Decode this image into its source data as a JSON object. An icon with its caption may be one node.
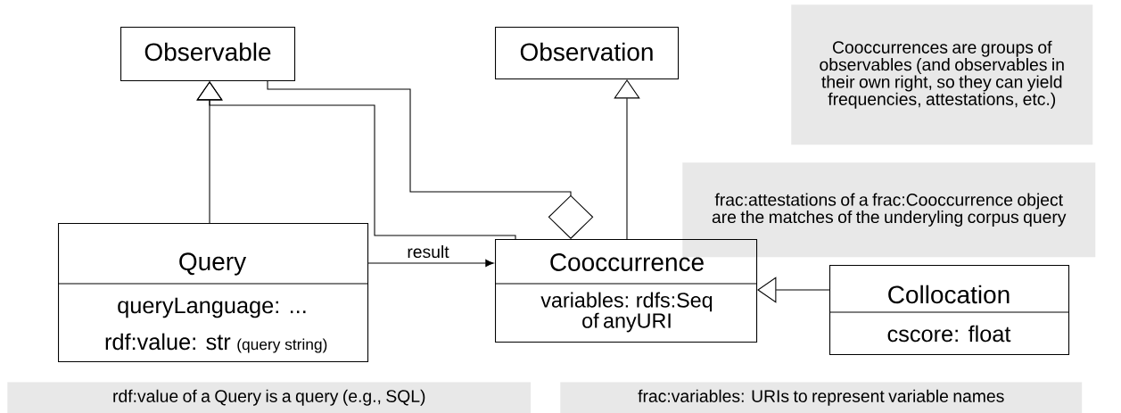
{
  "diagram": {
    "nodes": [
      {
        "text": [
          "Observable"
        ]
      },
      {
        "text": [
          "Observation"
        ]
      },
      {
        "text": [
          "Cooccurrences are groups of observables (and observables in their own right, so they can yield frequencies, attestations, etc.)"
        ]
      },
      {
        "text": [
          "frac:attestations of a frac:Cooccurrence object are the matches of the underyling corpus query"
        ]
      },
      {
        "text": [
          "Query",
          "queryLanguage: ...",
          "rdf:value: str",
          "(query string)"
        ]
      },
      {
        "text": [
          "Cooccurrence",
          "variables: rdfs:Seq of anyURI"
        ]
      },
      {
        "text": [
          "Collocation",
          "cscore: float"
        ]
      },
      {
        "text": [
          "rdf:value of a Query is a query (e.g., SQL)"
        ]
      },
      {
        "text": [
          "frac:variables: URIs to represent variable names"
        ]
      }
    ],
    "edges": [
      {
        "from": 4,
        "to": 0,
        "arrow": "to"
      },
      {
        "from": 5,
        "to": 0,
        "arrow": "to"
      },
      {
        "from": 0,
        "to": 5,
        "arrow": "other"
      },
      {
        "from": 4,
        "to": 5,
        "arrow": "to",
        "label": "result"
      },
      {
        "from": 5,
        "to": 1,
        "arrow": "to"
      },
      {
        "from": 6,
        "to": 5,
        "arrow": "to"
      }
    ]
  }
}
